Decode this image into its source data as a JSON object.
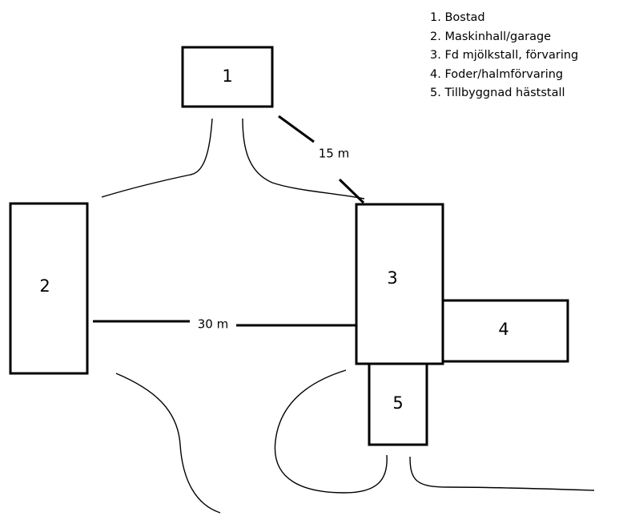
{
  "legend": [
    "1. Bostad",
    "2. Maskinhall/garage",
    "3. Fd mjölkstall, förvaring",
    "4. Foder/halmförvaring",
    "5. Tillbyggnad häststall"
  ],
  "buildings": [
    {
      "id": "1"
    },
    {
      "id": "2"
    },
    {
      "id": "3"
    },
    {
      "id": "4"
    },
    {
      "id": "5"
    }
  ],
  "distances": [
    {
      "label": "15 m"
    },
    {
      "label": "30 m"
    }
  ]
}
